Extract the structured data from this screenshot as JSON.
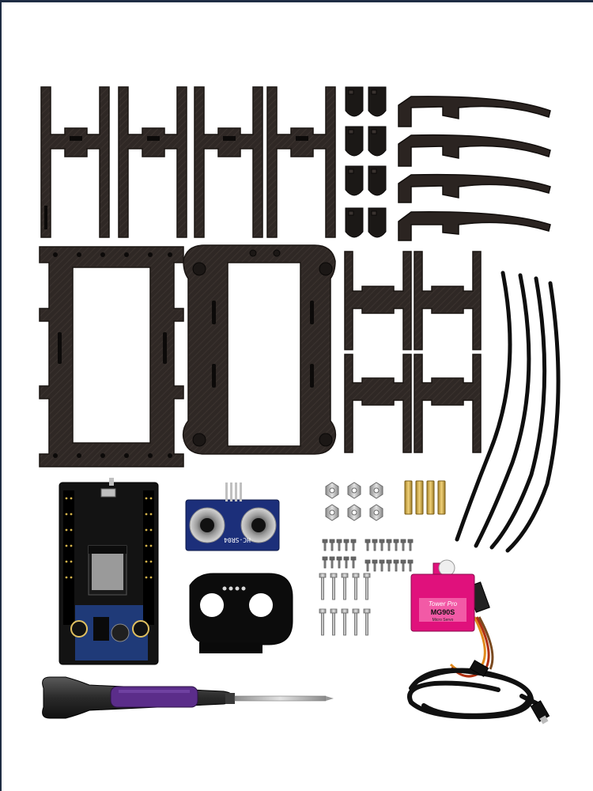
{
  "image": {
    "alt": "Robot kit parts laid out on white background",
    "labels": {
      "sensor_model": "HC-SR04",
      "servo_brand": "Tower Pro",
      "servo_model": "MG90S",
      "servo_sub": "Micro Servo"
    },
    "colors": {
      "frame_plastic": "#2e2724",
      "frame_edge": "#1a1512",
      "pcb_black": "#141414",
      "pcb_blue": "#1f3a78",
      "sensor_blue": "#1c2f7a",
      "servo_pink": "#e0117c",
      "driver_purple": "#5b2d8a",
      "metal": "#b9b9b9",
      "brass": "#c9a640"
    }
  }
}
